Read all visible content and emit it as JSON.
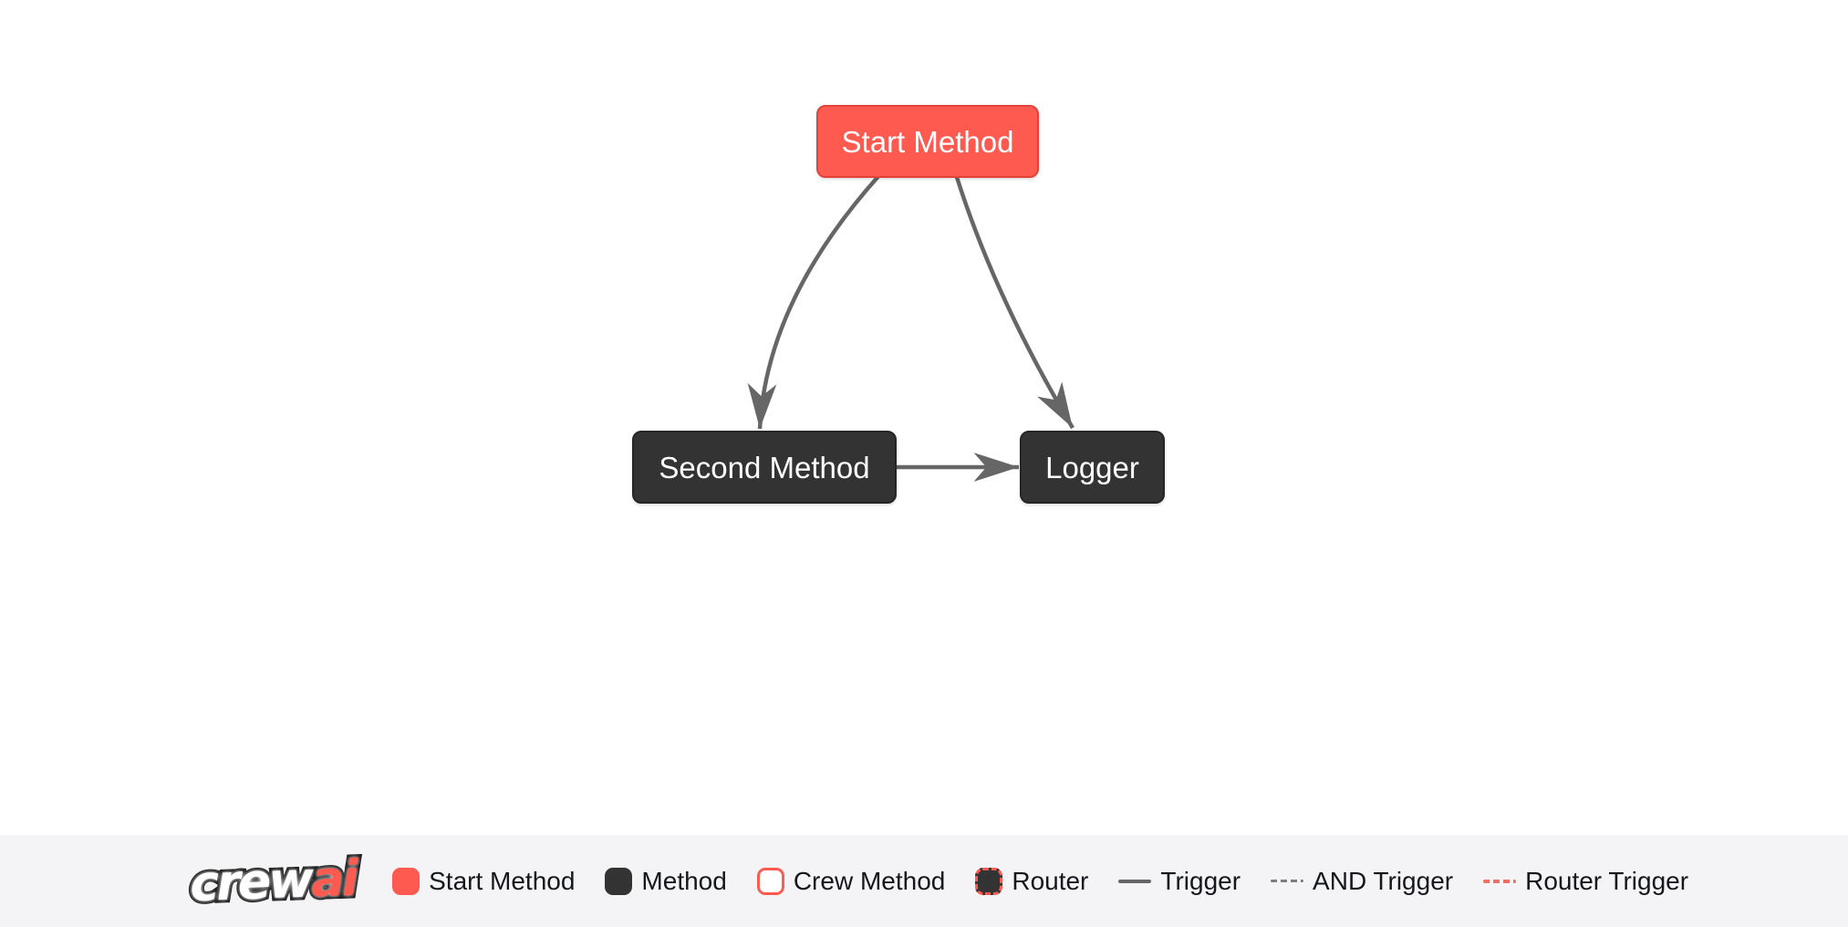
{
  "diagram": {
    "nodes": [
      {
        "label": "Start Method",
        "type": "start-method"
      },
      {
        "label": "Second Method",
        "type": "method"
      },
      {
        "label": "Logger",
        "type": "method"
      }
    ],
    "edges": [
      {
        "from": "Start Method",
        "to": "Second Method",
        "type": "trigger"
      },
      {
        "from": "Start Method",
        "to": "Logger",
        "type": "trigger"
      },
      {
        "from": "Second Method",
        "to": "Logger",
        "type": "trigger"
      }
    ]
  },
  "footer": {
    "logo": {
      "crew": "crew",
      "ai": "ai"
    },
    "legend": [
      {
        "label": "Start Method",
        "swatch": "start-method-swatch"
      },
      {
        "label": "Method",
        "swatch": "method-swatch"
      },
      {
        "label": "Crew Method",
        "swatch": "crew-method-swatch"
      },
      {
        "label": "Router",
        "swatch": "router-swatch"
      },
      {
        "label": "Trigger",
        "swatch": "trigger-line"
      },
      {
        "label": "AND Trigger",
        "swatch": "and-trigger-line"
      },
      {
        "label": "Router Trigger",
        "swatch": "router-trigger-line"
      }
    ]
  },
  "colors": {
    "start_method": "#FF5A50",
    "start_method_border": "#E0433A",
    "method": "#333333",
    "edge": "#666666",
    "router_trigger_line": "#EE6F64",
    "node_text": "#FFFFFF",
    "legend_text": "#15171C",
    "footer_bg": "#F4F4F6",
    "canvas_bg": "#FFFFFF"
  }
}
